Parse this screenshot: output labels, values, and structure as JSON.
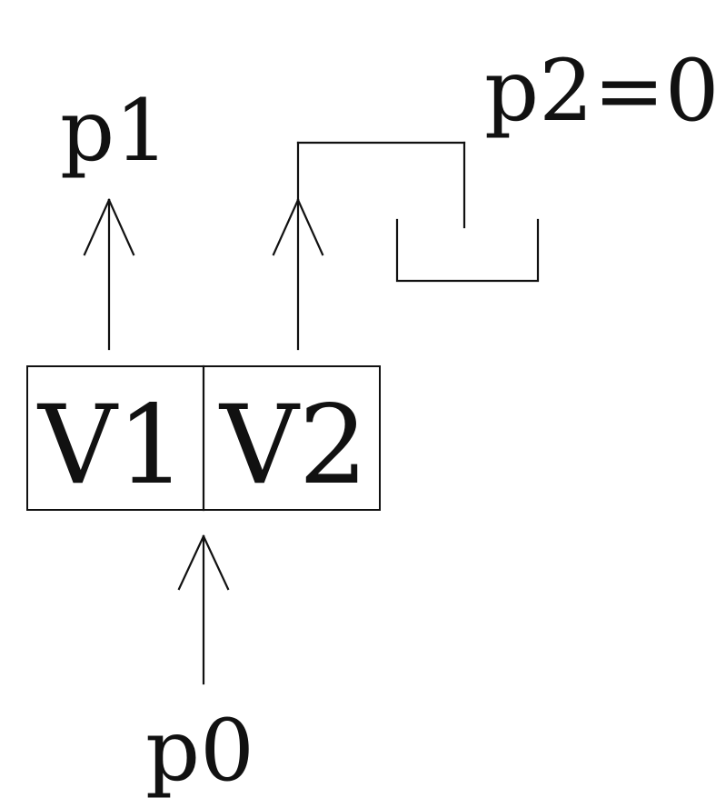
{
  "diagram": {
    "top_left_label": "p1",
    "top_right_label": "p2=0",
    "bottom_label": "p0",
    "cells": [
      {
        "label": "V1"
      },
      {
        "label": "V2"
      }
    ]
  }
}
